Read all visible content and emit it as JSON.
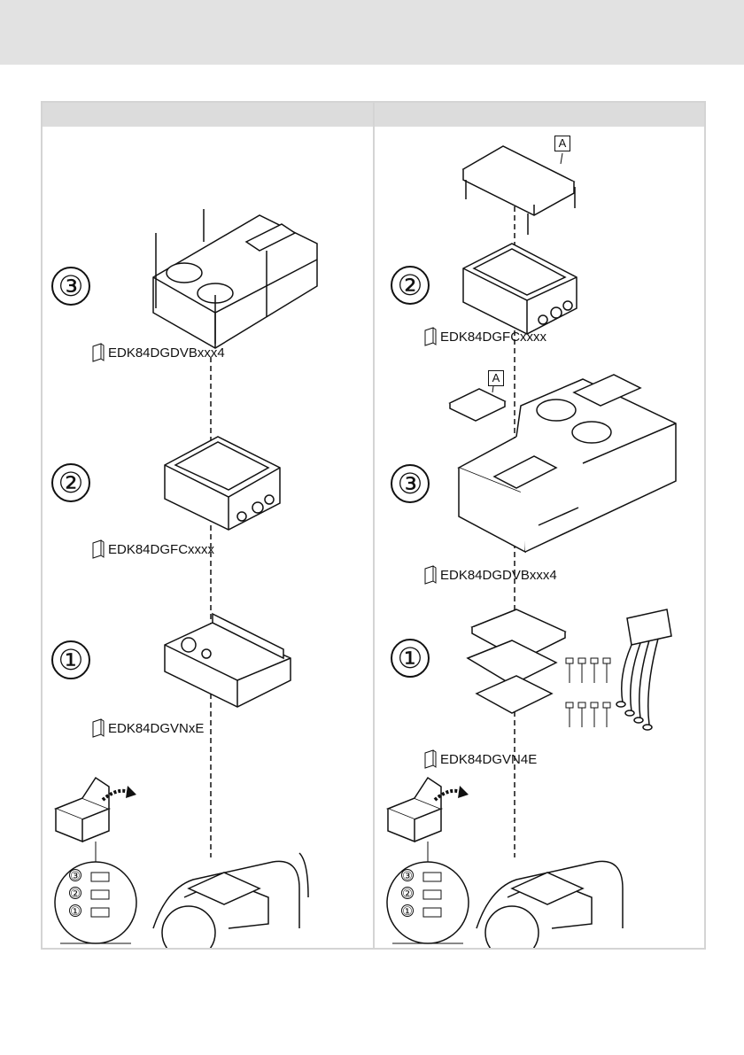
{
  "left": {
    "steps": [
      "③",
      "②",
      "①"
    ],
    "docs": [
      "EDK84DGDVBxxx4",
      "EDK84DGFCxxxx",
      "EDK84DGVNxE"
    ],
    "kit_numbers": [
      "③",
      "②",
      "①"
    ]
  },
  "right": {
    "steps": [
      "②",
      "③",
      "①"
    ],
    "docs": [
      "EDK84DGFCxxxx",
      "EDK84DGDVBxxx4",
      "EDK84DGVN4E"
    ],
    "callout_label": "A",
    "kit_numbers": [
      "③",
      "②",
      "①"
    ]
  },
  "icons": [
    "manual-icon",
    "box-icon",
    "arrow-icon"
  ],
  "colors": {
    "header": "#e2e2e2",
    "column_header": "#dcdcdc",
    "frame": "#d4d4d4",
    "line": "#111111"
  }
}
